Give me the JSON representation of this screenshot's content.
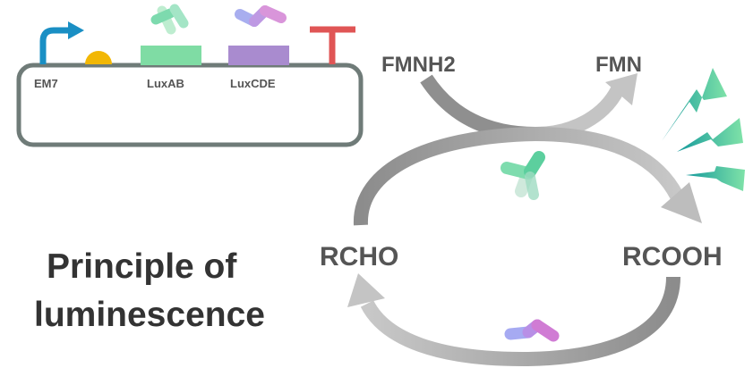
{
  "plasmid": {
    "labels": {
      "promoter": "EM7",
      "gene1": "LuxAB",
      "gene2": "LuxCDE"
    }
  },
  "cycle": {
    "top_left": "FMNH2",
    "top_right": "FMN",
    "left": "RCHO",
    "right": "RCOOH"
  },
  "title": {
    "line1": "Principle of",
    "line2": "luminescence"
  },
  "colors": {
    "promoter_arrow": "#1a8fc4",
    "rbs": "#f2b705",
    "luxab": "#7fdca4",
    "luxcde": "#a98bcf",
    "terminator": "#e05555",
    "plasmid_border": "#6f7b78",
    "cycle_arrow": "#aaaaaa",
    "text": "#555555",
    "title_text": "#333333"
  },
  "icons": [
    "promoter-arrow-icon",
    "rbs-icon",
    "terminator-icon",
    "luxab-enzyme-icon",
    "luxcde-enzyme-icon",
    "light-bolt-icon"
  ]
}
